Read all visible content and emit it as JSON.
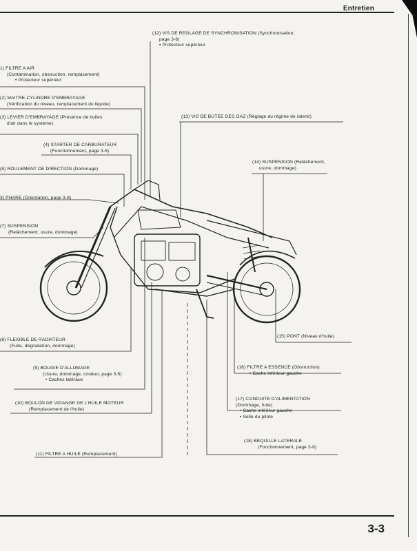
{
  "header": {
    "title": "Entretien"
  },
  "footer": {
    "page_number": "3-3"
  },
  "callouts": {
    "c12": {
      "title": "(12) VIS DE REGLAGE DE SYNCHRONISATION (Synchronisation,",
      "l2": "page 3-6)",
      "l3": "• Protecteur supérieur"
    },
    "c1": {
      "title": "1) FILTRE A AIR",
      "l2": "(Contamination, obstruction, remplacement)",
      "l3": "• Protecteur supérieur"
    },
    "c2": {
      "title": "(2) MAITRE-CYLINDRE D'EMBRAYAGE",
      "l2": "(Vérification du niveau, remplacement du liquide)"
    },
    "c3": {
      "title": "(3) LEVIER D'EMBRAYAGE (Présence de bulles",
      "l2": "d'air dans le système)"
    },
    "c13": {
      "title": "(13) VIS DE BUTEE DES GAZ (Réglage du régime de ralenti)"
    },
    "c4": {
      "title": "(4) STARTER DE CARBURATEUR",
      "l2": "(Fonctionnement, page 3-5)"
    },
    "c14": {
      "title": "(14) SUSPENSION (Relâchement,",
      "l2": "usure, dommage)"
    },
    "c5": {
      "title": "(5) ROULEMENT DE DIRECTION (Dommage)"
    },
    "c6": {
      "title": "3) PHARE (Orientation, page 3-8)"
    },
    "c7": {
      "title": "(7) SUSPENSION",
      "l2": "(Relâchement, usure, dommage)"
    },
    "c15": {
      "title": "(15) PONT (Niveau d'huile)"
    },
    "c8": {
      "title": "(8) FLEXIBLE DE RADIATEUR",
      "l2": "(Fuite, dégradation, dommage)"
    },
    "c9": {
      "title": "(9) BOUGIE D'ALLUMAGE",
      "l2": "(Usure, dommage, couleur, page 3-5)",
      "l3": "• Caches latéraux"
    },
    "c16": {
      "title": "(16) FILTRE A ESSENCE (Obstruction)",
      "l2": "• Cache inférieur gauche"
    },
    "c17": {
      "title": "(17) CONDUITE D'ALIMENTATION",
      "l2": "(Dommage, fuite)",
      "l3": "• Cache inférieur gauche",
      "l4": "• Selle du pilote"
    },
    "c10": {
      "title": "(10) BOULON DE VIDANGE DE L'HUILE MOTEUR",
      "l2": "(Remplacement de l'huile)"
    },
    "c18": {
      "title": "(18) BEQUILLE LATERALE",
      "l2": "(Fonctionnement, page 3-8)"
    },
    "c11": {
      "title": "(11) FILTRE A HUILE (Remplacement)"
    }
  }
}
